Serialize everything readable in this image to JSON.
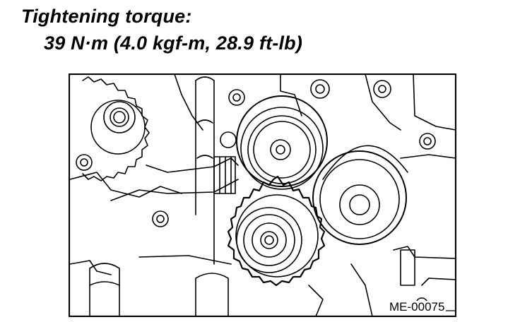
{
  "instruction": {
    "heading": "Tightening torque:",
    "value": "39 N·m (4.0 kgf-m, 28.9 ft-lb)"
  },
  "figure": {
    "label": "ME-00075"
  }
}
